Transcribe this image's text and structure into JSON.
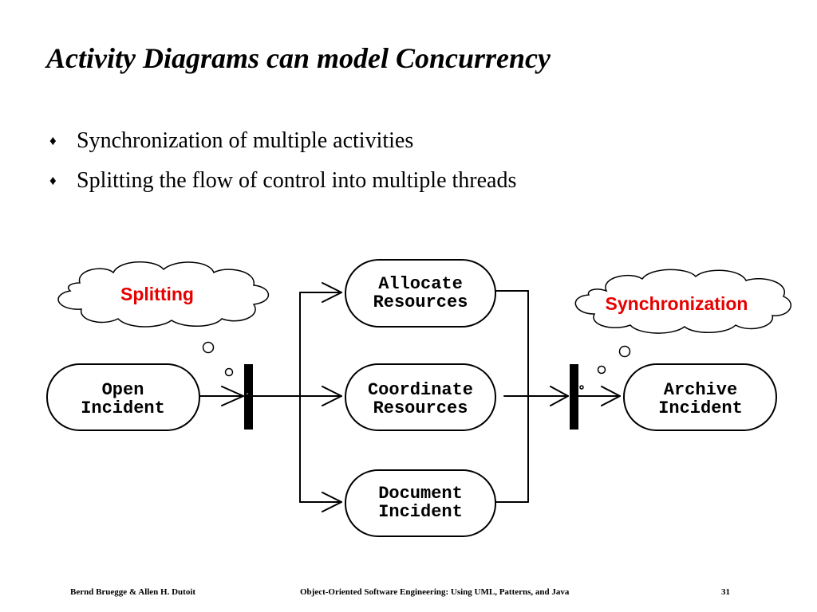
{
  "slide": {
    "title": "Activity Diagrams can model Concurrency",
    "bullets": [
      "Synchronization of multiple activities",
      "Splitting the flow of control into multiple threads"
    ]
  },
  "diagram": {
    "nodes": {
      "open_incident": [
        "Open",
        "Incident"
      ],
      "allocate_resources": [
        "Allocate",
        "Resources"
      ],
      "coordinate_resources": [
        "Coordinate",
        "Resources"
      ],
      "document_incident": [
        "Document",
        "Incident"
      ],
      "archive_incident": [
        "Archive",
        "Incident"
      ]
    },
    "notes": {
      "splitting": "Splitting",
      "synchronization": "Synchronization"
    },
    "note_color": "#e60000"
  },
  "footer": {
    "authors": "Bernd Bruegge & Allen H. Dutoit",
    "book": "Object-Oriented Software Engineering: Using UML, Patterns, and Java",
    "page": "31"
  }
}
